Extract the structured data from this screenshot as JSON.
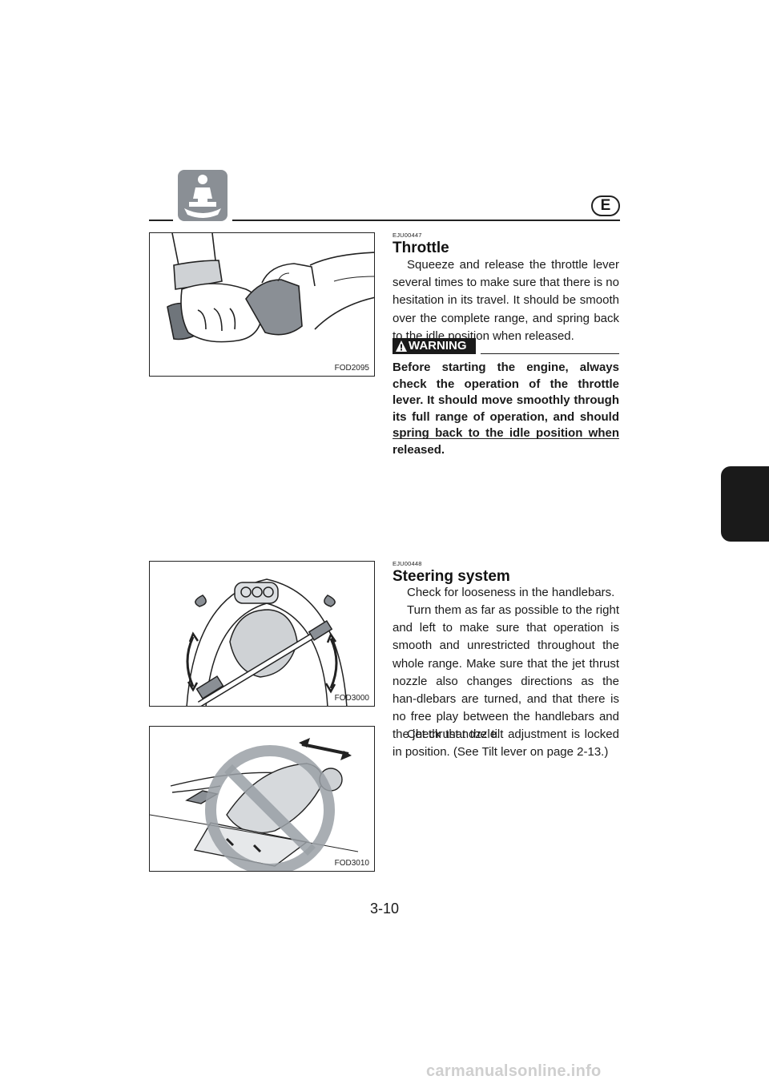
{
  "header": {
    "section_icon": "rider-on-watercraft-icon",
    "language_badge": "E"
  },
  "throttle": {
    "code": "EJU00447",
    "heading": "Throttle",
    "body": "Squeeze and release the throttle lever several times to make sure that there is no hesitation in its travel. It should be smooth over the complete range, and spring back to the idle position when released.",
    "warning_label": "WARNING",
    "warning_text": "Before starting the engine, always check the operation of the throttle lever. It should move smoothly through its full range of operation, and should spring back to the idle position when released."
  },
  "steering": {
    "code": "EJU00448",
    "heading": "Steering system",
    "para1": "Check for looseness in the handlebars.",
    "para2": "Turn them as far as possible to the right and left to make sure that operation is smooth and unrestricted throughout the whole range. Make sure that the jet thrust nozzle also changes directions as the han-dlebars are turned, and that there is no free play between the handlebars and the jet thrust nozzle.",
    "para3": "Check that the tilt adjustment is locked in position. (See Tilt lever on page 2-13.)"
  },
  "figures": {
    "fig1_code": "FOD2095",
    "fig2_code": "FOD3000",
    "fig3_code": "FOD3010"
  },
  "page_number": "3-10",
  "watermark": "carmanualsonline.info"
}
